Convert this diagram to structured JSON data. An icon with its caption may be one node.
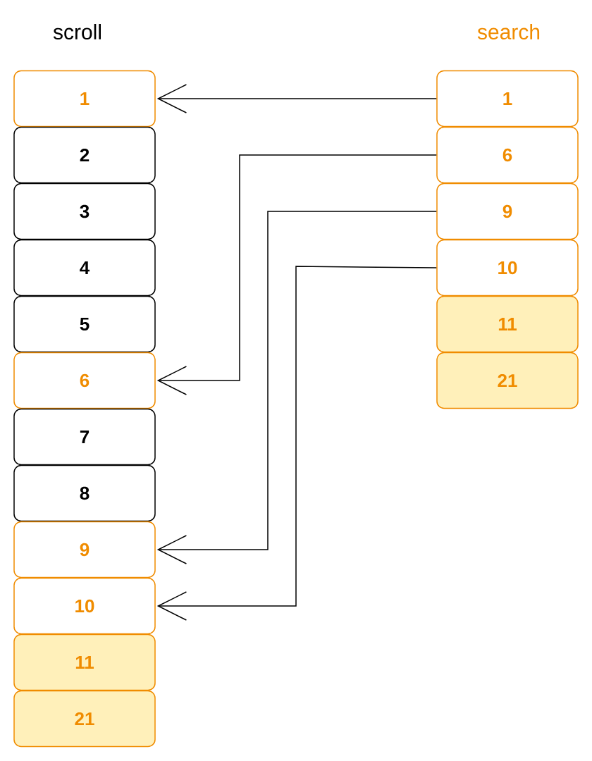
{
  "diagram": {
    "nodes": [
      {
        "text": [
          "1"
        ]
      },
      {
        "text": [
          "2"
        ]
      },
      {
        "text": [
          "3"
        ]
      },
      {
        "text": [
          "4"
        ]
      },
      {
        "text": [
          "5"
        ]
      },
      {
        "text": [
          "6"
        ]
      },
      {
        "text": [
          "7"
        ]
      },
      {
        "text": [
          "8"
        ]
      },
      {
        "text": [
          "9"
        ]
      },
      {
        "text": [
          "10"
        ]
      },
      {
        "text": [
          "11"
        ]
      },
      {
        "text": [
          "21"
        ]
      },
      {
        "text": [
          "1"
        ]
      },
      {
        "text": [
          "6"
        ]
      },
      {
        "text": [
          "9"
        ]
      },
      {
        "text": [
          "10"
        ]
      },
      {
        "text": [
          "11"
        ]
      },
      {
        "text": [
          "21"
        ]
      }
    ],
    "edges": [
      {
        "from": 12,
        "to": 0,
        "arrow": "to"
      },
      {
        "from": 13,
        "to": 5,
        "arrow": "to"
      },
      {
        "from": 14,
        "to": 8,
        "arrow": "to"
      },
      {
        "from": 15,
        "to": 9,
        "arrow": "to"
      }
    ],
    "labels": [
      "scroll",
      "search"
    ]
  }
}
